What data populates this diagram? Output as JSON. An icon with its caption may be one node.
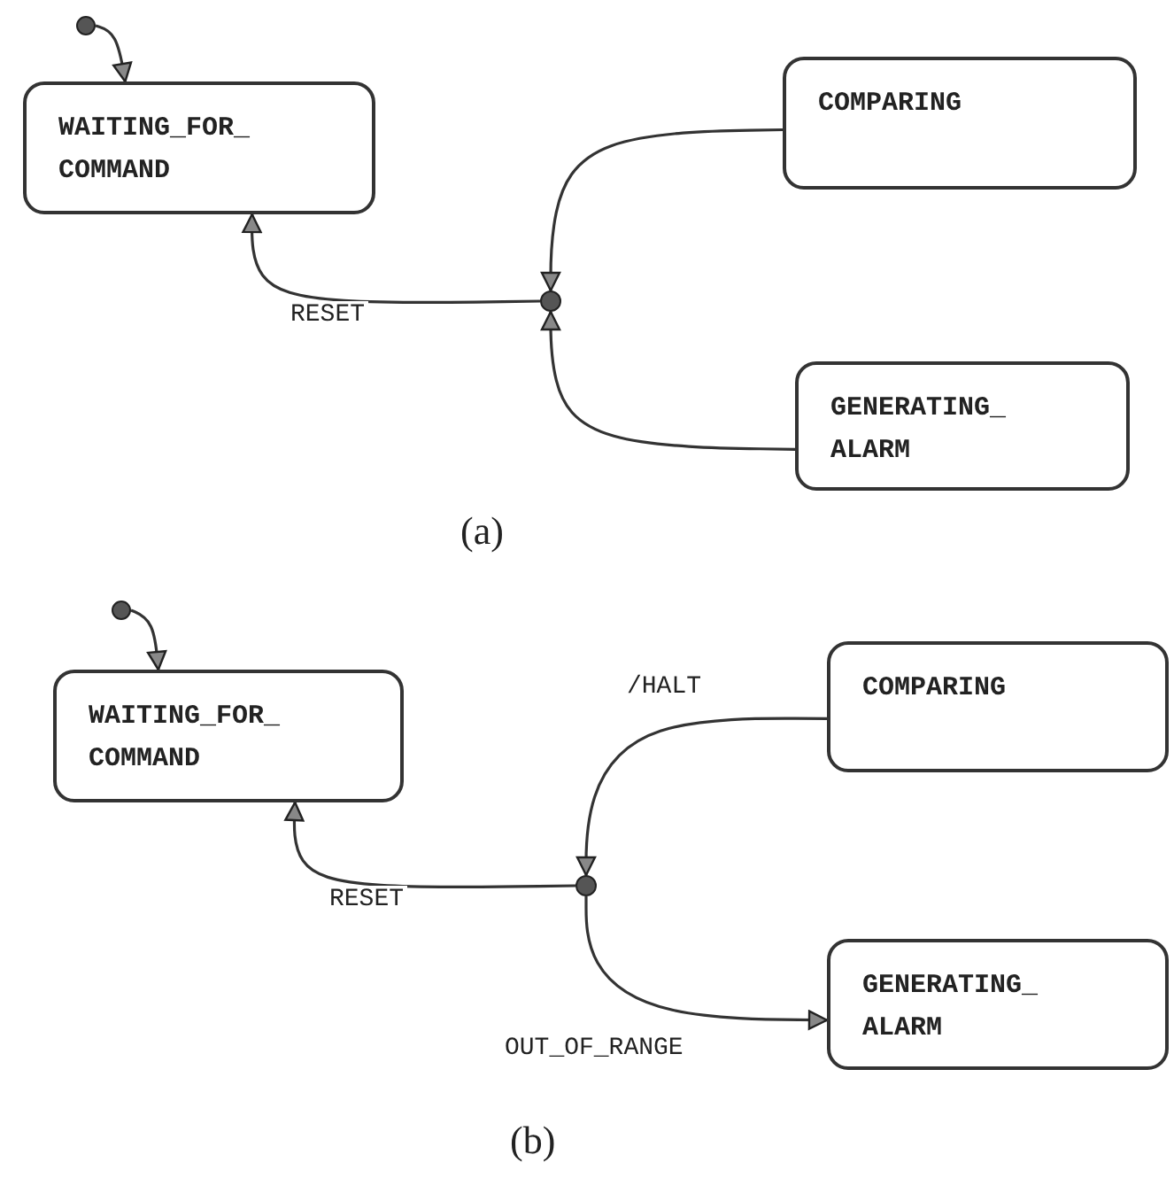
{
  "diagram": {
    "nodes": [
      {
        "text": [],
        "shape": "circle"
      },
      {
        "text": [
          "WAITING_FOR_ COMMAND"
        ]
      },
      {
        "text": [
          "COMPARING"
        ]
      },
      {
        "text": [],
        "shape": "circle"
      },
      {
        "text": [
          "GENERATING_ ALARM"
        ]
      },
      {
        "text": [],
        "shape": "circle"
      },
      {
        "text": [
          "WAITING_FOR_ COMMAND"
        ]
      },
      {
        "text": [
          "COMPARING"
        ]
      },
      {
        "text": [],
        "shape": "circle"
      },
      {
        "text": [
          "GENERATING_ ALARM"
        ]
      }
    ],
    "edges": [
      {
        "from": 0,
        "to": 1,
        "arrow": "to"
      },
      {
        "from": 2,
        "to": 3,
        "arrow": "to"
      },
      {
        "from": 4,
        "to": 3,
        "arrow": "to"
      },
      {
        "from": 3,
        "to": 1,
        "arrow": "to",
        "label": "RESET"
      },
      {
        "from": 5,
        "to": 6,
        "arrow": "to"
      },
      {
        "from": 7,
        "to": 8,
        "arrow": "to",
        "label": "/HALT"
      },
      {
        "from": 8,
        "to": 6,
        "arrow": "to",
        "label": "RESET"
      },
      {
        "from": 8,
        "to": 9,
        "arrow": "to",
        "label": "OUT_OF_RANGE"
      }
    ],
    "labels": [
      "(a)",
      "(b)"
    ]
  }
}
